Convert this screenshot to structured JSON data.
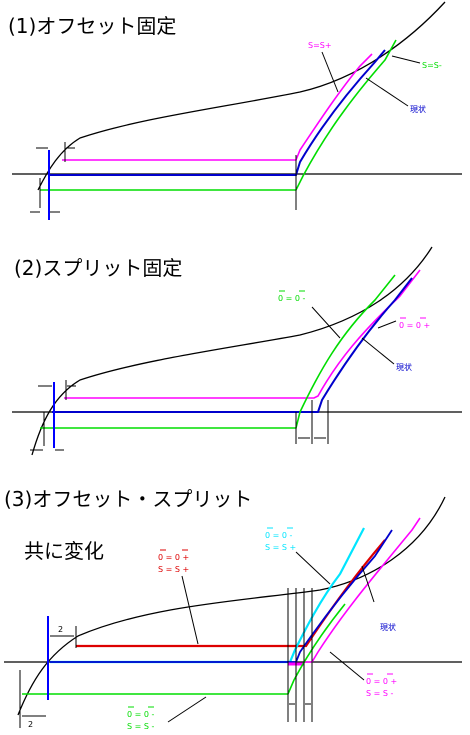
{
  "colors": {
    "black": "#000000",
    "magenta": "#ff00ff",
    "blue": "#0000ff",
    "navy": "#0000cc",
    "green": "#00dd00",
    "red": "#dd0000",
    "cyan": "#00e5ff"
  },
  "panel1": {
    "title": "(1)オフセット固定",
    "label_splus": "S=S+",
    "label_sminus": "S=S-",
    "label_current": "現状"
  },
  "panel2": {
    "title": "(2)スプリット固定",
    "label_ominus": "0 = 0 -",
    "label_oplus": "0 = 0 +",
    "label_current": "現状"
  },
  "panel3": {
    "title_line1": "(3)オフセット・スプリット",
    "title_line2": "共に変化",
    "label_red_o": "0 = 0 +",
    "label_red_s": "S = S +",
    "label_cyan_o": "0 = 0 -",
    "label_cyan_s": "S = S +",
    "label_mag_o": "0 = 0 +",
    "label_mag_s": "S = S -",
    "label_green_o": "0 = 0 -",
    "label_green_s": "S = S -",
    "label_current": "現状",
    "dim_top": "2",
    "dim_bottom": "2"
  }
}
